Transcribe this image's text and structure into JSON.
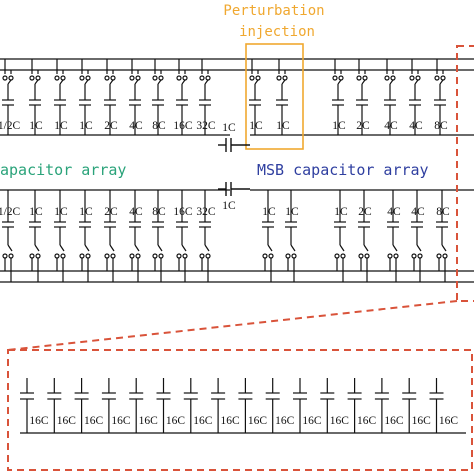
{
  "annotation": {
    "line1": "Perturbation",
    "line2": "injection",
    "color": "#f0a830"
  },
  "arrays": {
    "lsb_label": "apacitor array",
    "lsb_color": "#2aa37a",
    "msb_label": "MSB capacitor array",
    "msb_color": "#2f3fa0"
  },
  "coupling_cap": "1C",
  "top_lsb_caps": [
    "1/2C",
    "1C",
    "1C",
    "1C",
    "2C",
    "4C",
    "8C",
    "16C",
    "32C"
  ],
  "top_msb_caps": [
    "1C",
    "1C",
    "1C",
    "2C",
    "4C",
    "4C",
    "8C"
  ],
  "bottom_lsb_caps": [
    "1/2C",
    "1C",
    "1C",
    "1C",
    "2C",
    "4C",
    "8C",
    "16C",
    "32C"
  ],
  "bottom_msb_caps": [
    "1C",
    "1C",
    "1C",
    "2C",
    "4C",
    "4C",
    "8C"
  ],
  "zoom_caps": [
    "16C",
    "16C",
    "16C",
    "16C",
    "16C",
    "16C",
    "16C",
    "16C",
    "16C",
    "16C",
    "16C",
    "16C",
    "16C",
    "16C",
    "16C",
    "16C"
  ],
  "zoom_color": "#d9533a"
}
